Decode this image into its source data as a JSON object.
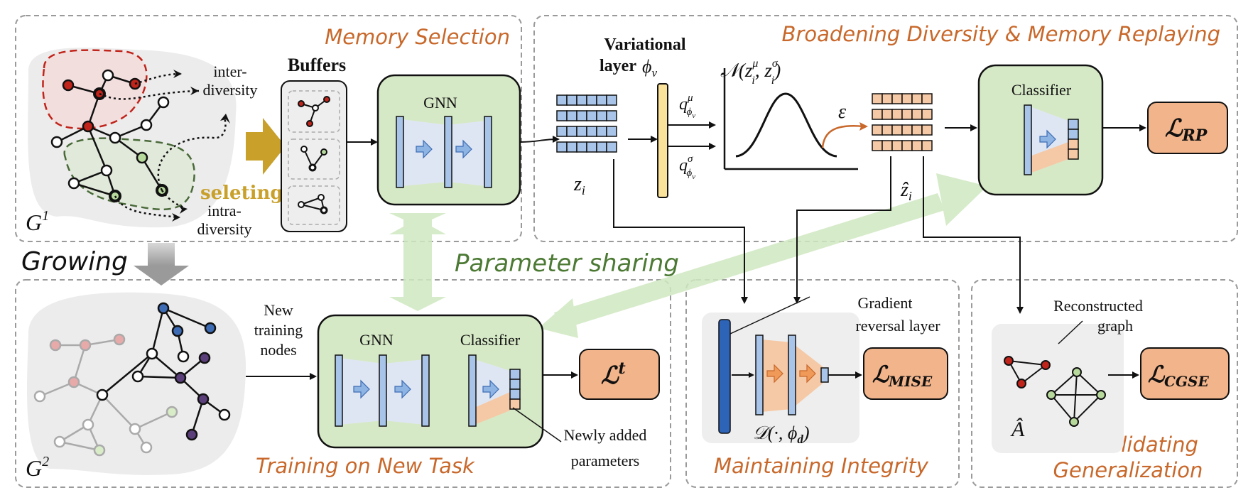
{
  "sections": {
    "memory_selection": "Memory Selection",
    "broadening": "Broadening Diversity & Memory Replaying",
    "training": "Training on New Task",
    "maintaining": "Maintaining Integrity",
    "consolidating_1": "Consolidating",
    "consolidating_2": "Generalization"
  },
  "labels": {
    "inter_1": "inter-",
    "inter_2": "diversity",
    "intra_1": "intra-",
    "intra_2": "diversity",
    "buffers": "Buffers",
    "seleting": "seleting",
    "growing": "Growing",
    "g1": "G",
    "g1_sup": "1",
    "g2": "G",
    "g2_sup": "2",
    "gnn_top": "GNN",
    "variational_1": "Variational",
    "variational_2": "layer",
    "phi_v": "ϕ",
    "phi_v_sub": "v",
    "z_i": "z",
    "z_i_sub": "i",
    "zhat_i": "ẑ",
    "zhat_i_sub": "i",
    "q_mu": "q",
    "q_mu_sup": "μ",
    "q_sigma": "q",
    "q_sigma_sup": "σ",
    "q_sub": "ϕ",
    "q_sub_sub": "v",
    "normal_dist": "𝒩(z",
    "normal_mu": "μ",
    "normal_i1": "i",
    "normal_mid": ", z",
    "normal_sigma": "σ",
    "normal_i2": "i",
    "normal_close": ")",
    "epsilon": "ε",
    "classifier_top": "Classifier",
    "param_sharing": "Parameter sharing",
    "new_1": "New",
    "new_2": "training",
    "new_3": "nodes",
    "gnn_bottom": "GNN",
    "classifier_bottom": "Classifier",
    "newly_1": "Newly added",
    "newly_2": "parameters",
    "grad_1": "Gradient",
    "grad_2": "reversal layer",
    "discriminator": "𝒟(·, ϕ",
    "discriminator_sub": "d",
    "discriminator_close": ")",
    "recon_1": "Reconstructed",
    "recon_2": "graph",
    "a_hat": "Â"
  },
  "losses": {
    "rp": "ℒ",
    "rp_sub": "RP",
    "t": "ℒ",
    "t_sup": "t",
    "mise": "ℒ",
    "mise_sub": "MISE",
    "cgse": "ℒ",
    "cgse_sub": "CGSE"
  },
  "colors": {
    "section_title": "#c8682b",
    "green_box": "#d6e9c6",
    "green_stroke": "#1a1a1a",
    "blue_bar": "#a8c4e8",
    "orange_bar": "#f5c9a6",
    "loss_box": "#f2b48a",
    "yellow_bar": "#fbe29a",
    "gold_arrow": "#c8a02a",
    "param_arrow": "#cfe8c0",
    "param_text": "#4c7a34",
    "red_node": "#c0241a",
    "green_node": "#b7d99c",
    "blue_node": "#3d6cb4",
    "purple_node": "#5b3f7a",
    "pink_node": "#e8a9a9",
    "dark_blue_bar": "#2e64b8"
  }
}
